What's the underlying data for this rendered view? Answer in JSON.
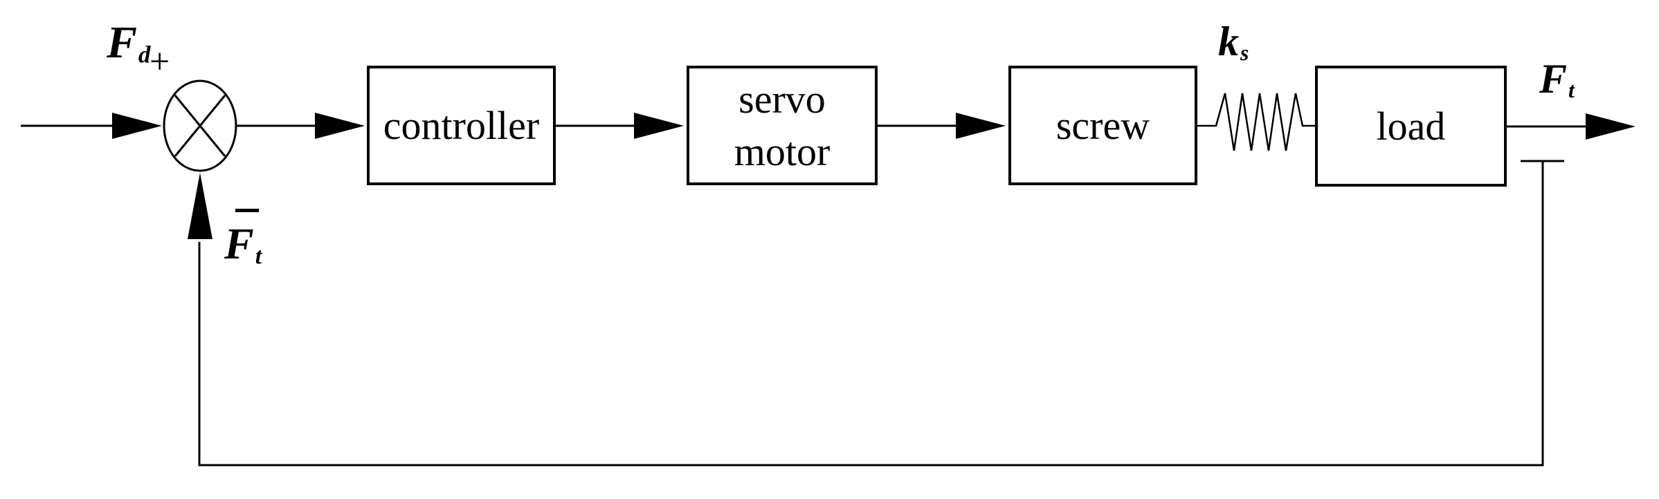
{
  "diagram": {
    "kind": "feedback-control-loop-block-diagram",
    "line_color": "#000000",
    "background_color": "#ffffff",
    "blocks": {
      "controller": {
        "label": "controller"
      },
      "servo_motor": {
        "line1": "servo",
        "line2": "motor"
      },
      "screw": {
        "label": "screw"
      },
      "load": {
        "label": "load"
      }
    },
    "signals": {
      "input": {
        "base": "F",
        "sub": "d"
      },
      "sum_sign": "+",
      "spring_constant": {
        "base": "k",
        "sub": "s"
      },
      "output": {
        "base": "F",
        "sub": "t"
      },
      "feedback": {
        "base": "F",
        "sub": "t",
        "overbar": true
      }
    }
  }
}
